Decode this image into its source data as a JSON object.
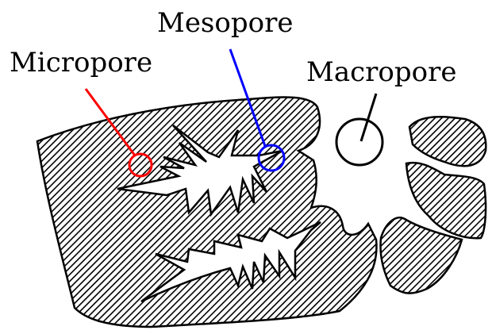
{
  "labels": {
    "micropore": "Micropore",
    "mesopore": "Mesopore",
    "macropore": "Macropore"
  },
  "colors": {
    "micropore": "#ff0000",
    "mesopore": "#0000ff",
    "macropore": "#000000",
    "solid_hatch": "#000000",
    "background": "#ffffff"
  }
}
